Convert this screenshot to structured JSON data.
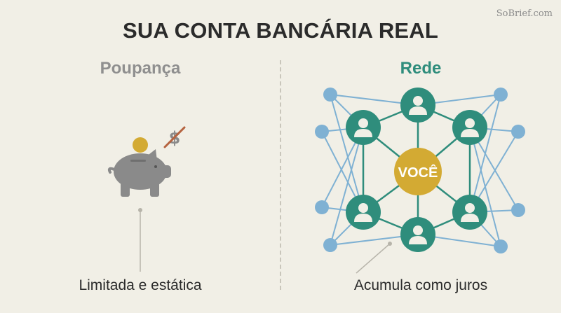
{
  "watermark": "SoBrief.com",
  "title": "SUA CONTA BANCÁRIA REAL",
  "left": {
    "heading": "Poupança",
    "caption": "Limitada e estática",
    "struck_symbol": "$"
  },
  "right": {
    "heading": "Rede",
    "center_label": "VOCÊ",
    "caption": "Acumula como juros"
  },
  "colors": {
    "teal": "#2f8d7c",
    "gold": "#d3aa33",
    "outer_node": "#7fb1d3",
    "pig": "#8a8a8a",
    "strike": "#b5633f"
  }
}
